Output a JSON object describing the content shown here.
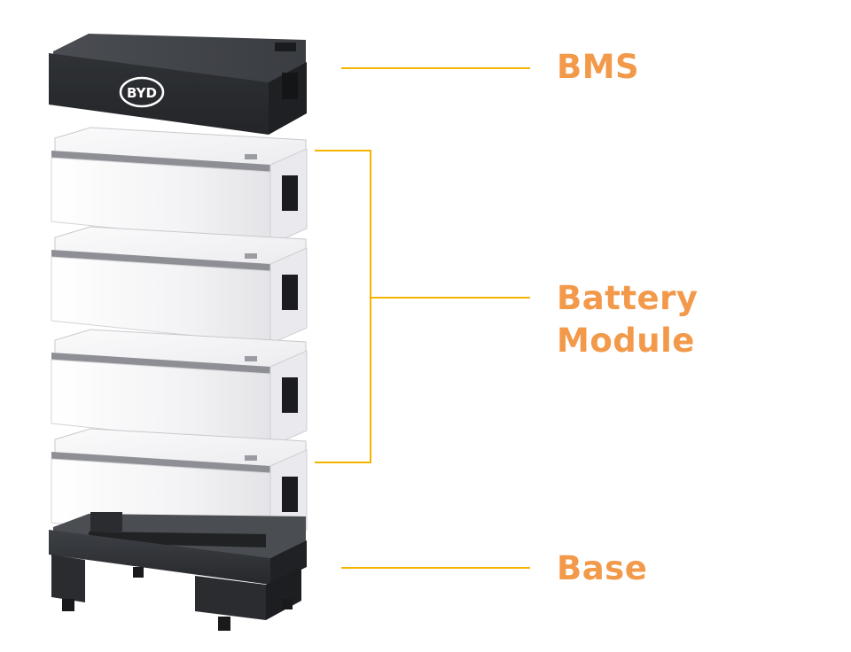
{
  "labels": {
    "bms": "BMS",
    "battery_line1": "Battery",
    "battery_line2": "Module",
    "base": "Base"
  },
  "logo_text": "BYD",
  "colors": {
    "label": "#f2994a",
    "connector": "#f5b400",
    "bms_body": "#2e3034",
    "module_body": "#f4f4f6",
    "base_body": "#34363a"
  }
}
